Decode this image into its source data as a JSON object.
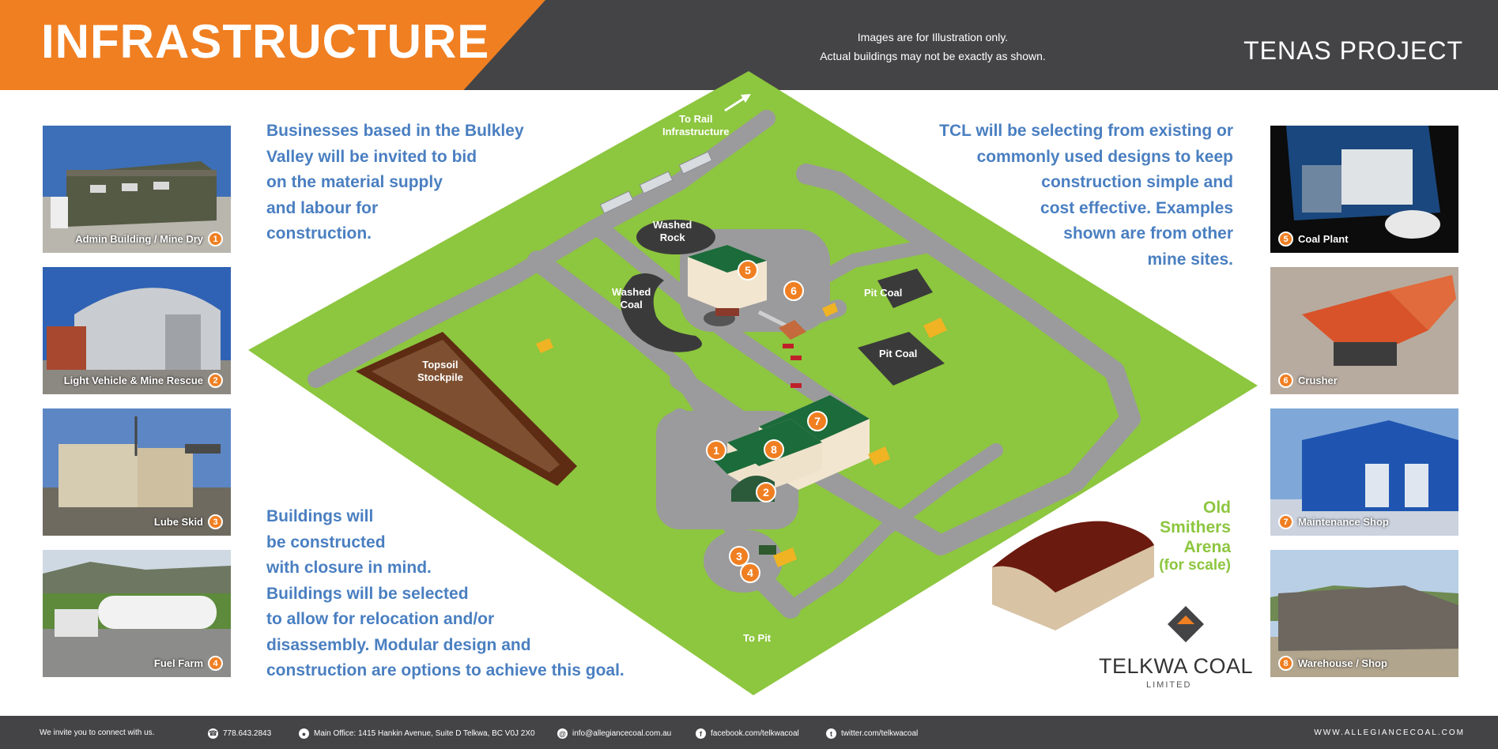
{
  "header": {
    "title": "INFRASTRUCTURE",
    "disclaimer_line1": "Images are for Illustration only.",
    "disclaimer_line2": "Actual buildings may not be exactly as shown.",
    "project": "TENAS PROJECT"
  },
  "photos_left": [
    {
      "caption": "Admin Building / Mine Dry",
      "number": "1"
    },
    {
      "caption": "Light Vehicle & Mine Rescue",
      "number": "2"
    },
    {
      "caption": "Lube Skid",
      "number": "3"
    },
    {
      "caption": "Fuel Farm",
      "number": "4"
    }
  ],
  "photos_right": [
    {
      "caption": "Coal Plant",
      "number": "5"
    },
    {
      "caption": "Crusher",
      "number": "6"
    },
    {
      "caption": "Maintenance Shop",
      "number": "7"
    },
    {
      "caption": "Warehouse / Shop",
      "number": "8"
    }
  ],
  "text_top_left": [
    "Businesses based in the Bulkley",
    "Valley will be invited to bid",
    "on the material supply",
    "and labour for",
    "construction."
  ],
  "text_top_right": [
    "TCL will be selecting from existing or",
    "commonly used designs to keep",
    "construction simple and",
    "cost effective. Examples",
    "shown are from other",
    "mine sites."
  ],
  "text_bottom_left": [
    "Buildings will",
    "be constructed",
    "with closure in mind.",
    "Buildings will be selected",
    "to allow for relocation and/or",
    "disassembly. Modular design and",
    "construction are options to achieve this goal."
  ],
  "map": {
    "to_rail_1": "To Rail",
    "to_rail_2": "Infrastructure",
    "washed_rock_1": "Washed",
    "washed_rock_2": "Rock",
    "washed_coal_1": "Washed",
    "washed_coal_2": "Coal",
    "pit_coal": "Pit Coal",
    "topsoil_1": "Topsoil",
    "topsoil_2": "Stockpile",
    "to_pit": "To Pit",
    "markers": [
      "1",
      "2",
      "3",
      "4",
      "5",
      "6",
      "7",
      "8"
    ]
  },
  "arena": {
    "lines": [
      "Old",
      "Smithers",
      "Arena"
    ],
    "note": "(for scale)"
  },
  "logo": {
    "name": "TELKWA COAL",
    "sub": "LIMITED"
  },
  "footer": {
    "invite": "We invite you to connect with us.",
    "phone": "778.643.2843",
    "office": "Main Office: 1415 Hankin Avenue, Suite D Telkwa, BC V0J 2X0",
    "email": "info@allegiancecoal.com.au",
    "facebook": "facebook.com/telkwacoal",
    "twitter": "twitter.com/telkwacoal",
    "website": "WWW.ALLEGIANCECOAL.COM"
  },
  "colors": {
    "orange": "#f07f22",
    "dark": "#444446",
    "blue_text": "#4a7fc1",
    "grass": "#8dc63f",
    "road": "#9b9b9d"
  }
}
